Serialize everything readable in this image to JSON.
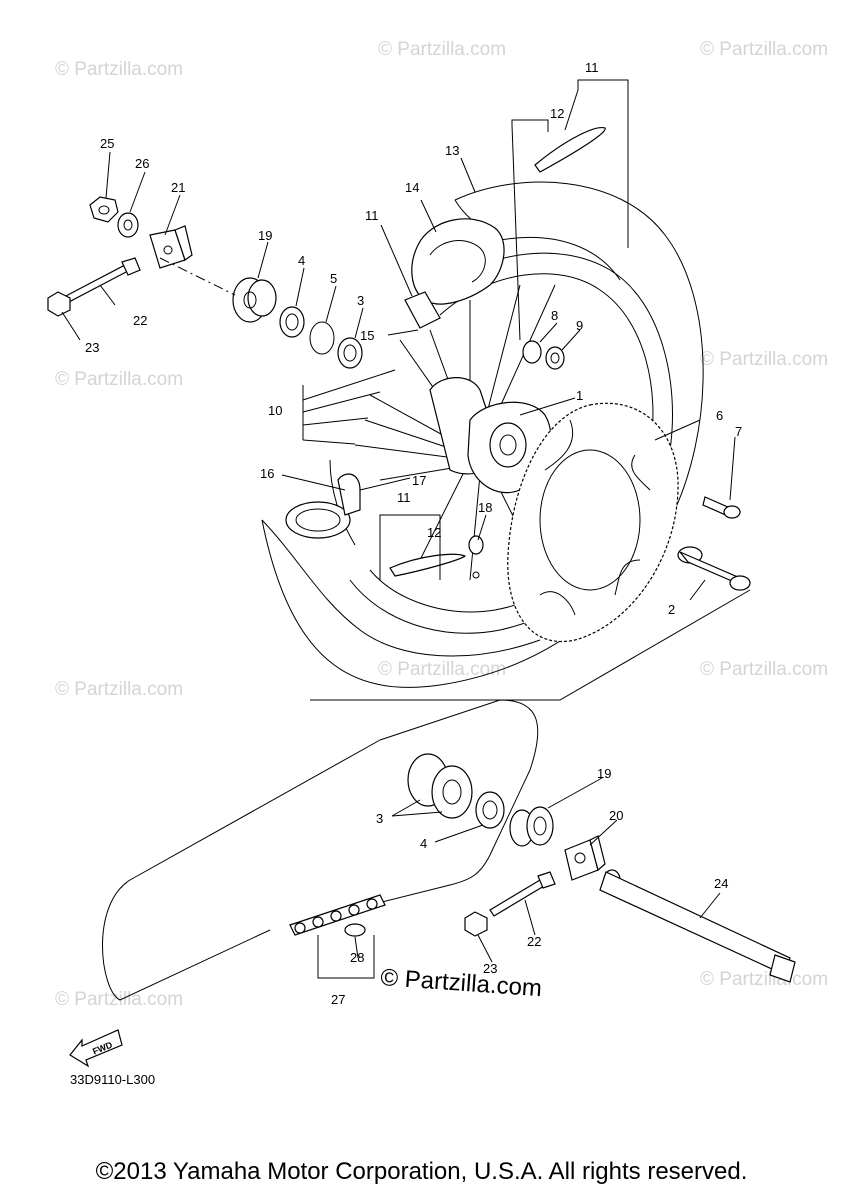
{
  "watermark": "© Partzilla.com",
  "center_watermark": "© Partzilla.com",
  "fwd_label": "FWD",
  "diagram_code": "33D9110-L300",
  "copyright": "©2013 Yamaha Motor Corporation, U.S.A. All rights reserved.",
  "callouts": {
    "c1": "1",
    "c2": "2",
    "c3a": "3",
    "c3b": "3",
    "c4a": "4",
    "c4b": "4",
    "c5": "5",
    "c6": "6",
    "c7": "7",
    "c8": "8",
    "c9": "9",
    "c10": "10",
    "c11a": "11",
    "c11b": "11",
    "c11c": "11",
    "c12a": "12",
    "c12b": "12",
    "c13": "13",
    "c14": "14",
    "c15": "15",
    "c16": "16",
    "c17": "17",
    "c18": "18",
    "c19a": "19",
    "c19b": "19",
    "c20": "20",
    "c21": "21",
    "c22a": "22",
    "c22b": "22",
    "c23a": "23",
    "c23b": "23",
    "c24": "24",
    "c25": "25",
    "c26": "26",
    "c27": "27",
    "c28": "28"
  }
}
